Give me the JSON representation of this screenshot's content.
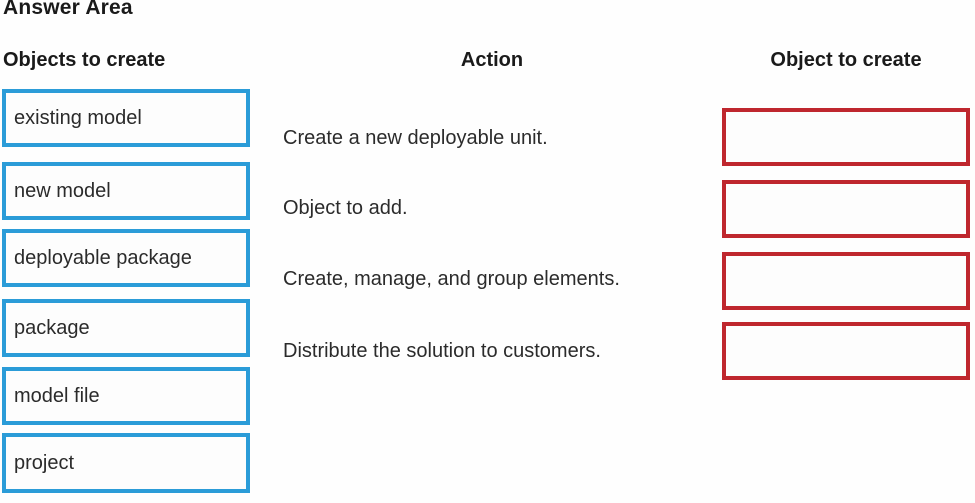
{
  "title": "Answer Area",
  "headers": {
    "objects": "Objects to create",
    "action": "Action",
    "target": "Object to create"
  },
  "objects": [
    "existing model",
    "new model",
    "deployable package",
    "package",
    "model file",
    "project"
  ],
  "actions": [
    "Create a new deployable unit.",
    "Object to add.",
    "Create, manage, and group elements.",
    "Distribute the solution to customers."
  ],
  "answers": [
    "",
    "",
    "",
    ""
  ],
  "colors": {
    "source_border": "#2b9cd8",
    "target_border": "#bf272e",
    "text": "#2b2b2b",
    "background": "#fefefe"
  }
}
